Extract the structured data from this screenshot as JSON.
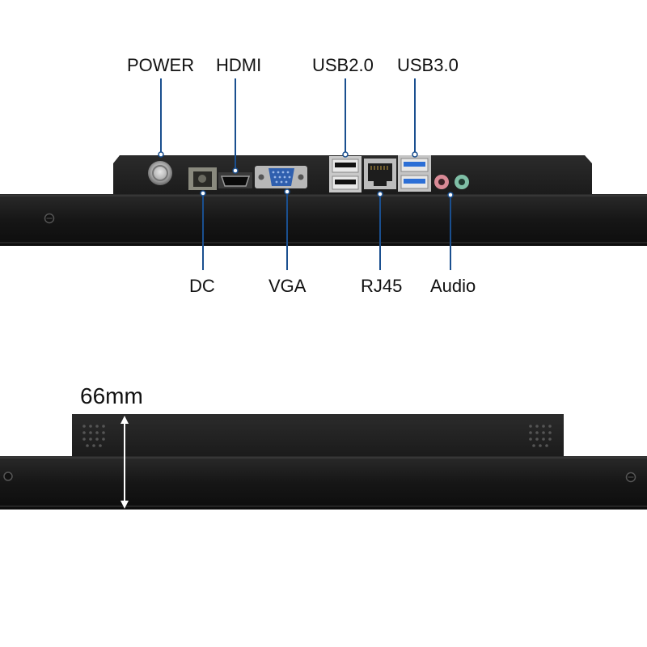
{
  "ports_top": [
    "POWER",
    "HDMI",
    "USB2.0",
    "USB3.0"
  ],
  "ports_bottom": [
    "DC",
    "VGA",
    "RJ45",
    "Audio"
  ],
  "thickness_label": "66mm",
  "colors": {
    "callout_line": "#1a4f8f",
    "device_body": "#1b1b1b",
    "usb3_blue": "#2c6fd6",
    "audio_pink": "#d98a96",
    "audio_green": "#7fbfa6"
  }
}
